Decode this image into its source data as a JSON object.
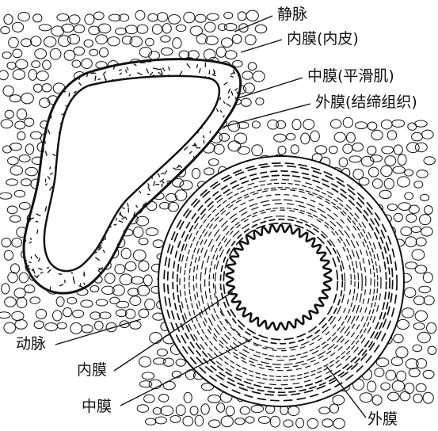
{
  "labels": {
    "vein": "静脉",
    "vein_intima": "内膜(内皮)",
    "vein_media": "中膜(平滑肌)",
    "vein_adventitia": "外膜(结缔组织)",
    "artery": "动脉",
    "artery_intima": "内膜",
    "artery_media": "中膜",
    "artery_adventitia": "外膜"
  },
  "colors": {
    "ink": "#111111",
    "background": "#ffffff"
  }
}
